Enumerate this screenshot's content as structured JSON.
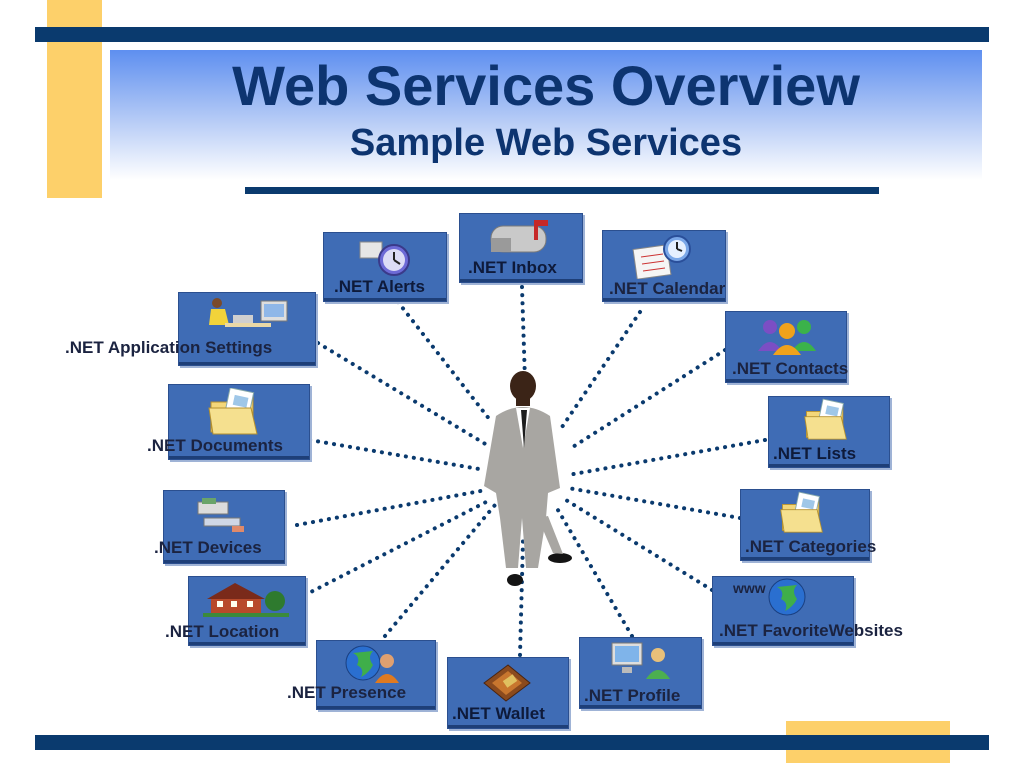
{
  "slide": {
    "title": "Web Services Overview",
    "subtitle": "Sample Web Services"
  },
  "services": {
    "inbox": ".NET Inbox",
    "alerts": ".NET Alerts",
    "calendar": ".NET Calendar",
    "app_settings": ".NET Application Settings",
    "contacts": ".NET Contacts",
    "documents": ".NET Documents",
    "lists": ".NET Lists",
    "devices": ".NET Devices",
    "categories": ".NET Categories",
    "location": ".NET Location",
    "favorite_websites": ".NET FavoriteWebsites",
    "presence": ".NET Presence",
    "wallet": ".NET Wallet",
    "profile": ".NET Profile"
  },
  "icon_text": {
    "www": "www"
  },
  "colors": {
    "navy_bar": "#0a3a6e",
    "accent_yellow": "#fdd06a",
    "tile_blue": "#3f6cb5",
    "title_blue": "#0d3470"
  }
}
